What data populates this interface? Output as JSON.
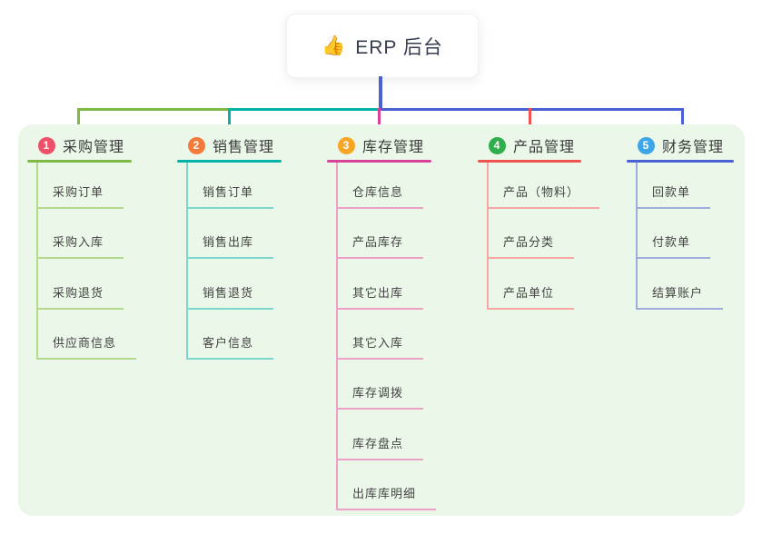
{
  "root": {
    "icon": "👍",
    "label": "ERP 后台",
    "line_color": "#4a60d3"
  },
  "panel_color": "#ebf7e8",
  "branches": [
    {
      "number": "1",
      "label": "采购管理",
      "badge_color": "#ef5069",
      "line_color": "#7eba43",
      "light_color": "#b5d98c",
      "children": [
        {
          "label": "采购订单"
        },
        {
          "label": "采购入库"
        },
        {
          "label": "采购退货"
        },
        {
          "label": "供应商信息"
        }
      ]
    },
    {
      "number": "2",
      "label": "销售管理",
      "badge_color": "#f57b3d",
      "line_color": "#00b3a6",
      "light_color": "#7fd6cc",
      "children": [
        {
          "label": "销售订单"
        },
        {
          "label": "销售出库"
        },
        {
          "label": "销售退货"
        },
        {
          "label": "客户信息"
        }
      ]
    },
    {
      "number": "3",
      "label": "库存管理",
      "badge_color": "#f6a623",
      "line_color": "#d84397",
      "light_color": "#efa0c9",
      "children": [
        {
          "label": "仓库信息"
        },
        {
          "label": "产品库存"
        },
        {
          "label": "其它出库"
        },
        {
          "label": "其它入库"
        },
        {
          "label": "库存调拨"
        },
        {
          "label": "库存盘点"
        },
        {
          "label": "出库库明细"
        }
      ]
    },
    {
      "number": "4",
      "label": "产品管理",
      "badge_color": "#2fae4c",
      "line_color": "#ef5350",
      "light_color": "#f7a6a5",
      "children": [
        {
          "label": "产品（物料）"
        },
        {
          "label": "产品分类"
        },
        {
          "label": "产品单位"
        }
      ]
    },
    {
      "number": "5",
      "label": "财务管理",
      "badge_color": "#3ea6e8",
      "line_color": "#4a60d3",
      "light_color": "#9daede",
      "children": [
        {
          "label": "回款单"
        },
        {
          "label": "付款单"
        },
        {
          "label": "结算账户"
        }
      ]
    }
  ]
}
